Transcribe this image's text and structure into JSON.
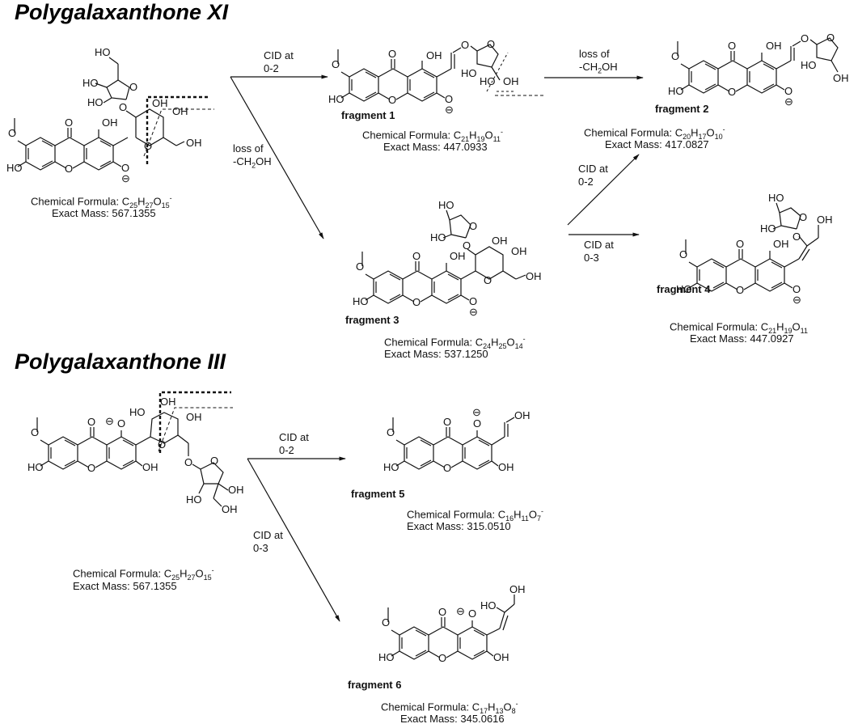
{
  "compounds": [
    {
      "name": "Polygalaxanthone XI",
      "formula": {
        "C": "25",
        "H": "27",
        "O": "15",
        "charge": "-"
      },
      "formula_prefix": "Chemical Formula: ",
      "mass_label": "Exact Mass: 567.1355"
    },
    {
      "name": "Polygalaxanthone III",
      "formula": {
        "C": "25",
        "H": "27",
        "O": "15",
        "charge": "-"
      },
      "formula_prefix": "Chemical Formula: ",
      "mass_label": "Exact Mass: 567.1355"
    }
  ],
  "fragments": [
    {
      "label": "fragment 1",
      "formula": {
        "C": "21",
        "H": "19",
        "O": "11",
        "charge": "-"
      },
      "mass_label": "Exact Mass: 447.0933"
    },
    {
      "label": "fragment 2",
      "formula": {
        "C": "20",
        "H": "17",
        "O": "10",
        "charge": "-"
      },
      "mass_label": "Exact Mass: 417.0827"
    },
    {
      "label": "fragment 3",
      "formula": {
        "C": "24",
        "H": "25",
        "O": "14",
        "charge": "-"
      },
      "mass_label": "Exact Mass: 537.1250"
    },
    {
      "label": "fragment 4",
      "formula": {
        "C": "21",
        "H": "19",
        "O": "11",
        "charge": ""
      },
      "mass_label": "Exact Mass: 447.0927"
    },
    {
      "label": "fragment 5",
      "formula": {
        "C": "16",
        "H": "11",
        "O": "7",
        "charge": "-"
      },
      "mass_label": "Exact Mass: 315.0510"
    },
    {
      "label": "fragment 6",
      "formula": {
        "C": "17",
        "H": "13",
        "O": "8",
        "charge": "-"
      },
      "mass_label": "Exact Mass: 345.0616"
    }
  ],
  "formula_prefix": "Chemical Formula: ",
  "arrows": [
    {
      "from": "Polygalaxanthone XI",
      "to": "fragment 1",
      "line1": "CID at",
      "line2": "0-2"
    },
    {
      "from": "Polygalaxanthone XI",
      "to": "fragment 3",
      "line1": "loss of",
      "line2_pre": "-CH",
      "line2_sub": "2",
      "line2_post": "OH"
    },
    {
      "from": "fragment 1",
      "to": "fragment 2",
      "line1": "loss of",
      "line2_pre": "-CH",
      "line2_sub": "2",
      "line2_post": "OH"
    },
    {
      "from": "fragment 3",
      "to": "fragment 2",
      "line1": "CID at",
      "line2": "0-2"
    },
    {
      "from": "fragment 3",
      "to": "fragment 4",
      "line1": "CID at",
      "line2": "0-3"
    },
    {
      "from": "Polygalaxanthone III",
      "to": "fragment 5",
      "line1": "CID at",
      "line2": "0-2"
    },
    {
      "from": "Polygalaxanthone III",
      "to": "fragment 6",
      "line1": "CID at",
      "line2": "0-3"
    }
  ],
  "atoms": {
    "O": "O",
    "OH": "OH",
    "HO": "HO",
    "minus": "−"
  }
}
